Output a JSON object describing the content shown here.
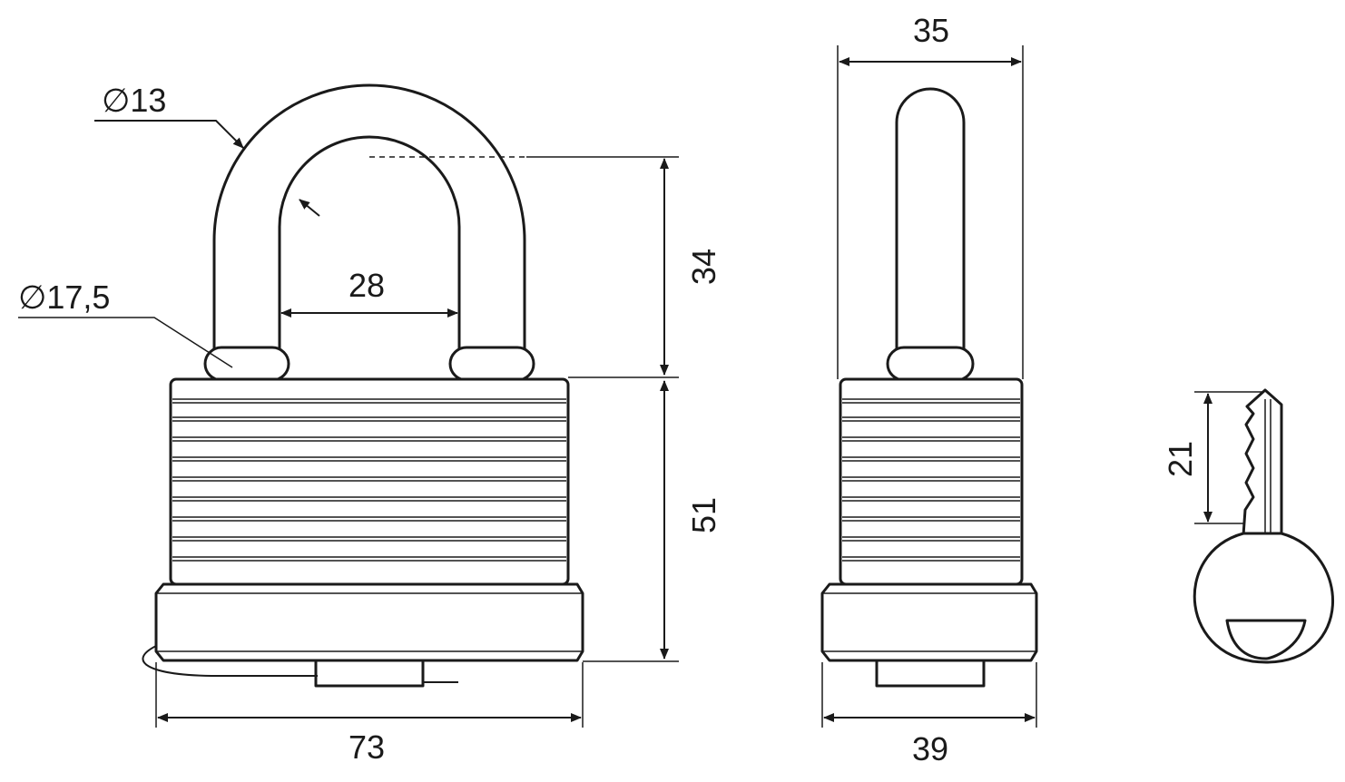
{
  "dimensions": {
    "shackle_wire_diameter": "∅13",
    "shackle_collar_diameter": "∅17,5",
    "shackle_inner_width": "28",
    "shackle_clearance_height": "34",
    "body_height": "51",
    "body_width_front": "73",
    "shackle_width_side": "35",
    "body_width_side": "39",
    "key_blade_length": "21"
  },
  "colors": {
    "line": "#1a1a1a",
    "background": "#ffffff"
  }
}
